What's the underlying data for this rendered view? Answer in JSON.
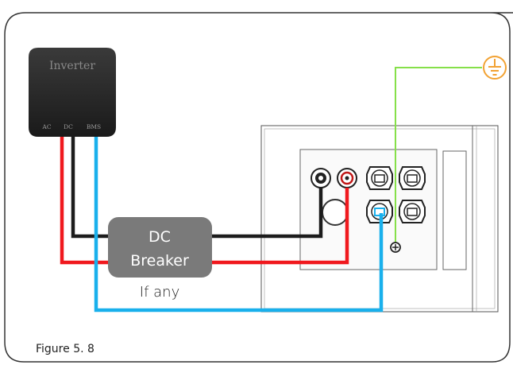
{
  "inverter": {
    "title": "Inverter",
    "ports": [
      "AC",
      "DC",
      "BMS"
    ]
  },
  "breaker": {
    "line1": "DC",
    "line2": "Breaker",
    "note": "If any"
  },
  "caption": "Figure 5. 8",
  "colors": {
    "positive_wire": "#f0191e",
    "negative_wire": "#1c1c1c",
    "bms_wire": "#19b0ec",
    "ground_wire": "#86e04a",
    "ground_symbol": "#f2a233",
    "breaker_fill": "#7a7a7a",
    "inverter_fill": "#2b2b2b"
  },
  "icons": [
    "ground-symbol-icon",
    "rj45-port-icon",
    "power-terminal-icon",
    "ground-screw-icon"
  ]
}
